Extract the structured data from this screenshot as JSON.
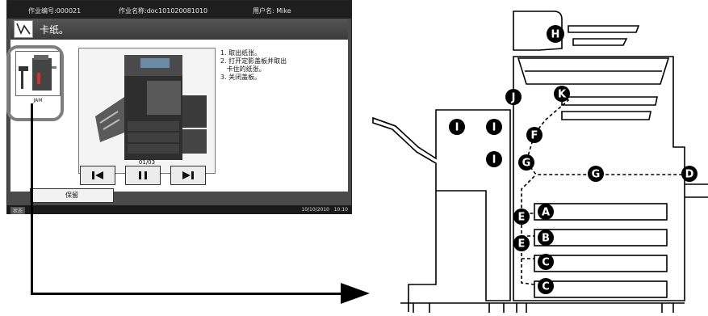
{
  "header": {
    "job_no": "作业编号:000021",
    "job_name": "作业名称:doc101020081010",
    "user": "用户名: Mike"
  },
  "screen": {
    "title": "卡纸。",
    "thumbnail_label": "JAM",
    "instructions": [
      "1. 取出纸张。",
      "2. 打开定影盖板并取出",
      "   卡住的纸张。",
      "3. 关闭盖板。"
    ],
    "page": "01/03",
    "hold_button": "保留"
  },
  "statusbar": {
    "label": "状态",
    "datetime": "10/10/2010   10:10"
  },
  "diagram": {
    "labels": [
      "H",
      "J",
      "K",
      "F",
      "G",
      "G",
      "D",
      "I",
      "I",
      "I",
      "A",
      "B",
      "C",
      "C",
      "E",
      "E"
    ]
  }
}
